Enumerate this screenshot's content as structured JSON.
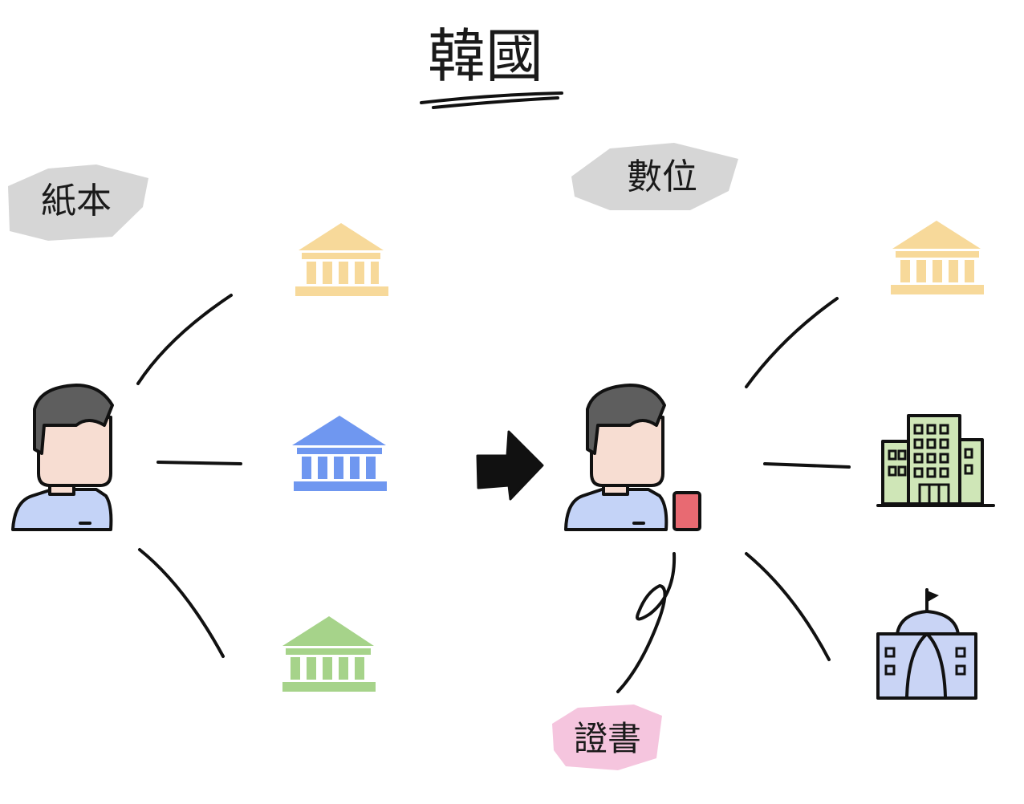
{
  "title": "韓國",
  "labels": {
    "paper": "紙本",
    "digital": "數位",
    "certificate": "證書"
  },
  "colors": {
    "bank_yellow": "#f7d99a",
    "bank_blue": "#6f97f0",
    "bank_green": "#a6d38a",
    "office_green": "#cfe6b7",
    "gov_blue": "#c9d4f5",
    "shirt": "#c4d3f7",
    "skin": "#f7ddd2",
    "hair": "#5e5e5e",
    "phone": "#e86a72",
    "tag_gray": "#cfcfcf",
    "tag_pink": "#f2b7d6"
  },
  "icons": {
    "person": "person-icon",
    "bank": "bank-icon",
    "office": "office-building-icon",
    "government": "government-building-icon",
    "phone": "phone-icon",
    "arrow": "arrow-right-icon"
  }
}
